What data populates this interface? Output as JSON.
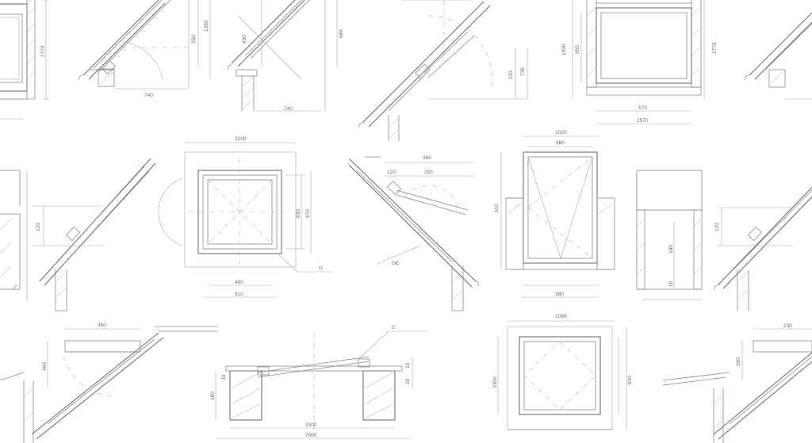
{
  "page": {
    "title": ""
  },
  "palette": {
    "background": "#ffffff",
    "line": "#8a8a8a"
  },
  "dimensions": {
    "d_2770_a": "2770",
    "d_250_a": "250",
    "d_1360": "1360",
    "d_740_a": "740",
    "d_430": "430",
    "d_686": "686",
    "d_740_b": "740",
    "d_220": "220",
    "d_735": "735",
    "d_1000": "1000",
    "d_650": "650",
    "d_2770_b": "2770",
    "d_570": "570",
    "d_2570": "2570",
    "d_2100": "2100",
    "d_830": "830",
    "d_970": "970",
    "d_450": "450",
    "d_810": "810",
    "d_g1": "G",
    "d_360": "360",
    "d_120_a": "120",
    "d_250_b": "250",
    "d_g2": "GE",
    "d_1020": "1020",
    "d_880": "880",
    "d_610": "610",
    "d_380": "380",
    "d_120_b": "120",
    "d_180": "180",
    "d_15": "15",
    "d_120_c": "120",
    "d_350": "350",
    "d_460": "460",
    "d_c": "C",
    "d_180_b": "180",
    "d_30": "30",
    "d_15_b": "15",
    "d_20": "20",
    "d_3300": "3300",
    "d_7000": "7000",
    "d_1090": "1090",
    "d_3300_b": "3300",
    "d_920": "920",
    "d_230": "230",
    "d_390": "390"
  }
}
